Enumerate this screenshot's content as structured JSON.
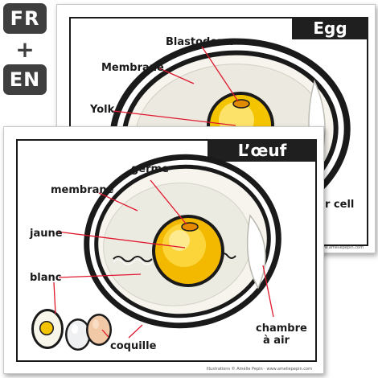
{
  "badges": {
    "fr": "FR",
    "plus": "+",
    "en": "EN"
  },
  "back_card": {
    "title": "Egg",
    "labels": {
      "blastoderm": "Blastoderm",
      "membrane": "Membrane",
      "yolk": "Yolk",
      "air_cell_partial": "r cell"
    },
    "credit": "Illustrations © Amélie Pepin · www.ameliepepin.com"
  },
  "front_card": {
    "title": "L’œuf",
    "labels": {
      "germe": "germe",
      "membrane": "membrane",
      "jaune": "jaune",
      "blanc": "blanc",
      "coquille": "coquille",
      "chambre_line1": "chambre",
      "chambre_line2": "à air"
    },
    "credit": "Illustrations © Amélie Pepin · www.ameliepepin.com"
  },
  "colors": {
    "badge_bg": "#3f3f3f",
    "title_bg": "#1f1f1f",
    "yolk": "#f5c400",
    "leader_line": "#e0182e",
    "shell": "#1a1a1a"
  }
}
